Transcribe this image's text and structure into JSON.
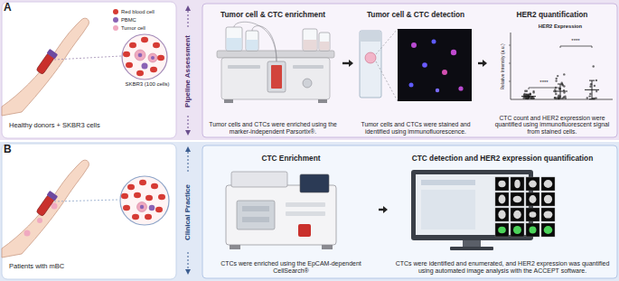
{
  "diagram": {
    "nodes": [
      {
        "text": [
          "A",
          "Pipeline Assessment"
        ]
      },
      {
        "text": [
          "Healthy donors + SKBR3 cells"
        ],
        "in": 0
      },
      {
        "text": [
          "Tumor cell & CTC enrichment",
          "Tumor cells and CTCs were enriched using the marker-independent Parsortix®."
        ],
        "in": 0
      },
      {
        "text": [
          "Tumor cell & CTC detection",
          "Tumor cells and CTCs were stained and identified using immunofluorescence."
        ],
        "in": 0
      },
      {
        "text": [
          "HER2 quantification",
          "CTC count and HER2 expression were quantified using immunofluorescent signal from stained cells."
        ],
        "in": 0
      },
      {
        "text": [
          "B",
          "Clinical Practice"
        ]
      },
      {
        "text": [
          "Patients with mBC"
        ],
        "in": 5
      },
      {
        "text": [
          "CTC Enrichment",
          "CTCs were enriched using the EpCAM-dependent CellSearch®"
        ],
        "in": 5
      },
      {
        "text": [
          "CTC detection and HER2 expression quantification",
          "CTCs were identified and enumerated, and HER2 expression was quantified using automated image analysis with the ACCEPT software."
        ],
        "in": 5
      }
    ],
    "edges": [
      {
        "from": 2,
        "to": 3,
        "arrow": "to"
      },
      {
        "from": 3,
        "to": 4,
        "arrow": "to"
      },
      {
        "from": 7,
        "to": 8,
        "arrow": "to"
      }
    ],
    "labels": [
      "SKBR3 (100 cells)",
      "HER2 Expression",
      "Relative Intensity (a.u.)",
      "****",
      "****"
    ],
    "legend": [
      {
        "text": "Red blood cell",
        "color": "#d63b34"
      },
      {
        "text": "PBMC",
        "color": "#8a63b5"
      },
      {
        "text": "Tumor cell",
        "color": "#f0a9c0"
      }
    ]
  }
}
